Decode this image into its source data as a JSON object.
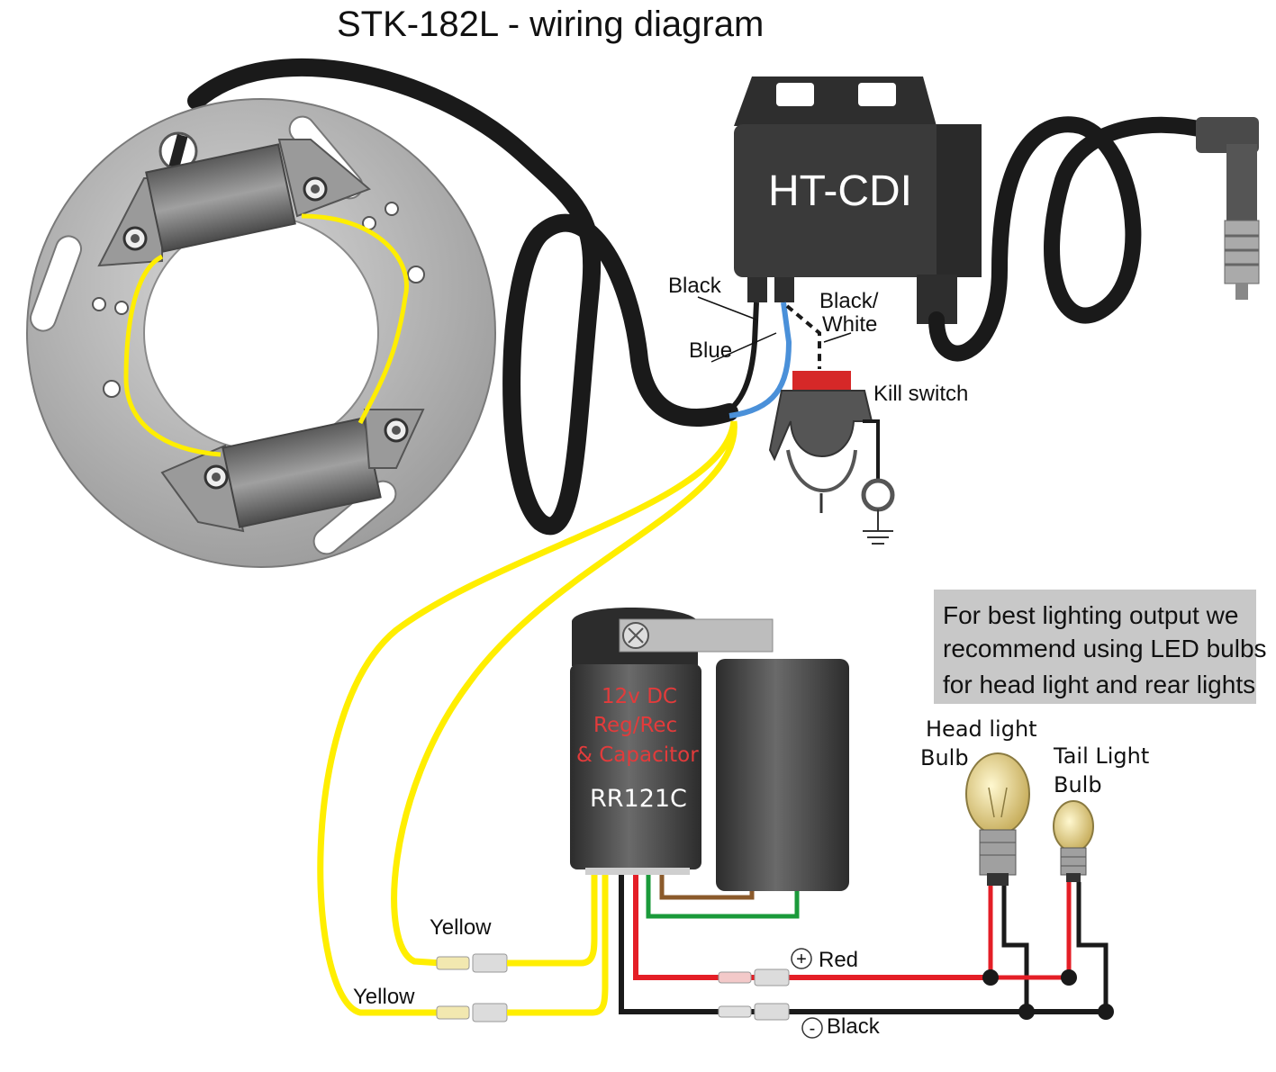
{
  "title": "STK-182L - wiring diagram",
  "cdi": {
    "label": "HT-CDI"
  },
  "cdi_wires": {
    "black": "Black",
    "blue": "Blue",
    "black_white_1": "Black/",
    "black_white_2": "White"
  },
  "kill_switch": {
    "label": "Kill switch"
  },
  "regulator": {
    "line1": "12v DC",
    "line2": "Reg/Rec",
    "line3": "& Capacitor",
    "model": "RR121C"
  },
  "note": {
    "line1": "For best lighting output we",
    "line2": "recommend using LED bulbs",
    "line3": "for head light and rear lights"
  },
  "bulbs": {
    "head_1": "Head light",
    "head_2": "Bulb",
    "tail_1": "Tail Light",
    "tail_2": "Bulb"
  },
  "wires": {
    "yellow_1": "Yellow",
    "yellow_2": "Yellow",
    "red": "Red",
    "black": "Black",
    "plus": "+",
    "minus": "-"
  },
  "colors": {
    "yellow": "#ffee00",
    "red": "#e41e26",
    "blue": "#4a90d9",
    "green": "#1a9a3a",
    "brown": "#8b5a2b",
    "stator": "#b3b3b3",
    "cdi_body": "#3a3a3a",
    "note_bg": "#c8c8c8"
  }
}
